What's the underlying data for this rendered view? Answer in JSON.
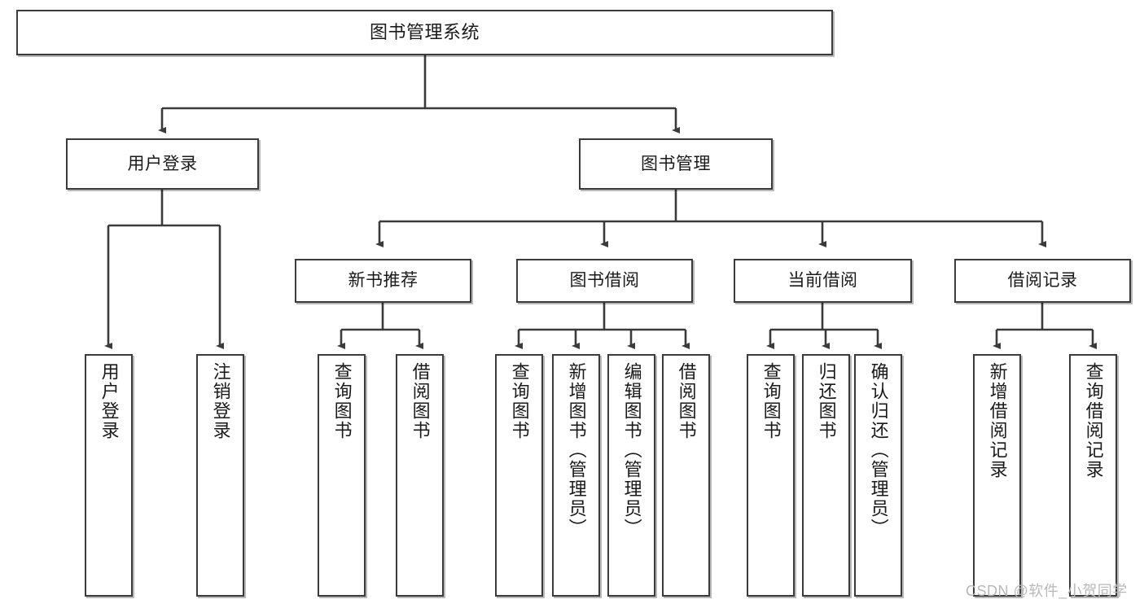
{
  "diagram": {
    "title": "图书管理系统",
    "type": "hierarchy-tree",
    "watermark": "CSDN @软件_小贺同学",
    "colors": {
      "box_border": "#3b3b3b",
      "box_fill": "#ffffff",
      "connector": "#3b3b3b",
      "text": "#1a1a1a",
      "watermark": "#b9b9b9"
    },
    "nodes": {
      "root": {
        "label": "图书管理系统"
      },
      "level1": [
        {
          "id": "user-login",
          "label": "用户登录"
        },
        {
          "id": "book-management",
          "label": "图书管理"
        }
      ],
      "level2": [
        {
          "id": "new-book-recommend",
          "label": "新书推荐"
        },
        {
          "id": "book-borrow",
          "label": "图书借阅"
        },
        {
          "id": "current-borrow",
          "label": "当前借阅"
        },
        {
          "id": "borrow-record",
          "label": "借阅记录"
        }
      ],
      "leaves": {
        "user_login": [
          {
            "id": "leaf-user-login",
            "label": "用户登录"
          },
          {
            "id": "leaf-logout-login",
            "label": "注销登录"
          }
        ],
        "new_book_recommend": [
          {
            "id": "leaf-query-book-1",
            "label": "查询图书"
          },
          {
            "id": "leaf-borrow-book-1",
            "label": "借阅图书"
          }
        ],
        "book_borrow": [
          {
            "id": "leaf-query-book-2",
            "label": "查询图书"
          },
          {
            "id": "leaf-add-book",
            "label": "新增图书（管理员）"
          },
          {
            "id": "leaf-edit-book",
            "label": "编辑图书（管理员）"
          },
          {
            "id": "leaf-borrow-book-2",
            "label": "借阅图书"
          }
        ],
        "current_borrow": [
          {
            "id": "leaf-query-book-3",
            "label": "查询图书"
          },
          {
            "id": "leaf-return-book",
            "label": "归还图书"
          },
          {
            "id": "leaf-confirm-return",
            "label": "确认归还（管理员）"
          }
        ],
        "borrow_record": [
          {
            "id": "leaf-add-borrow-record",
            "label": "新增借阅记录"
          },
          {
            "id": "leaf-query-borrow-record",
            "label": "查询借阅记录"
          }
        ]
      }
    }
  }
}
